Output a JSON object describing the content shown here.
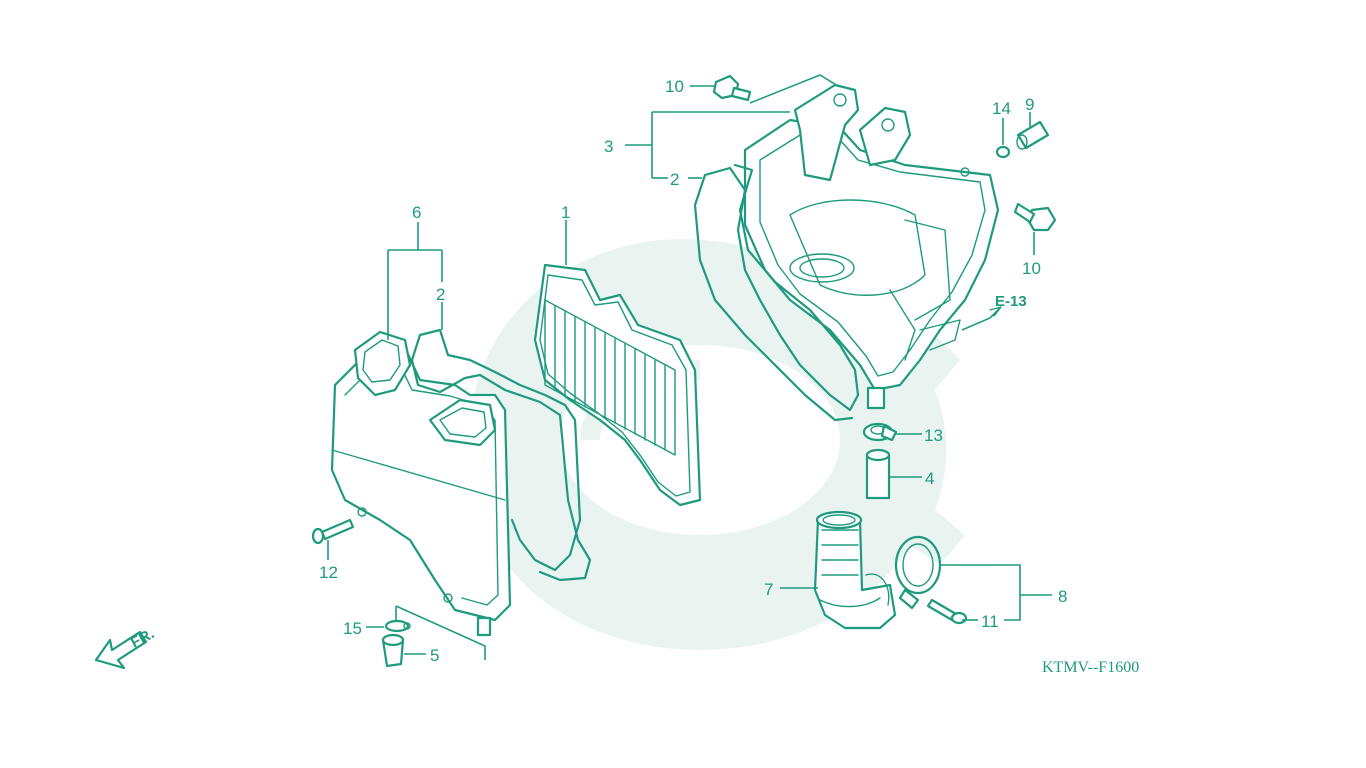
{
  "diagram": {
    "figure_code": "KTMV--F1600",
    "reference": "E-13",
    "front_label": "FR.",
    "colors": {
      "line": "#1f9a7e",
      "watermark": "#e9f4f0",
      "background": "#ffffff"
    },
    "callouts": {
      "c1": "1",
      "c2a": "2",
      "c2b": "2",
      "c3": "3",
      "c4": "4",
      "c5": "5",
      "c6": "6",
      "c7": "7",
      "c8": "8",
      "c9": "9",
      "c10a": "10",
      "c10b": "10",
      "c11": "11",
      "c12": "12",
      "c13": "13",
      "c14": "14",
      "c15": "15"
    }
  }
}
